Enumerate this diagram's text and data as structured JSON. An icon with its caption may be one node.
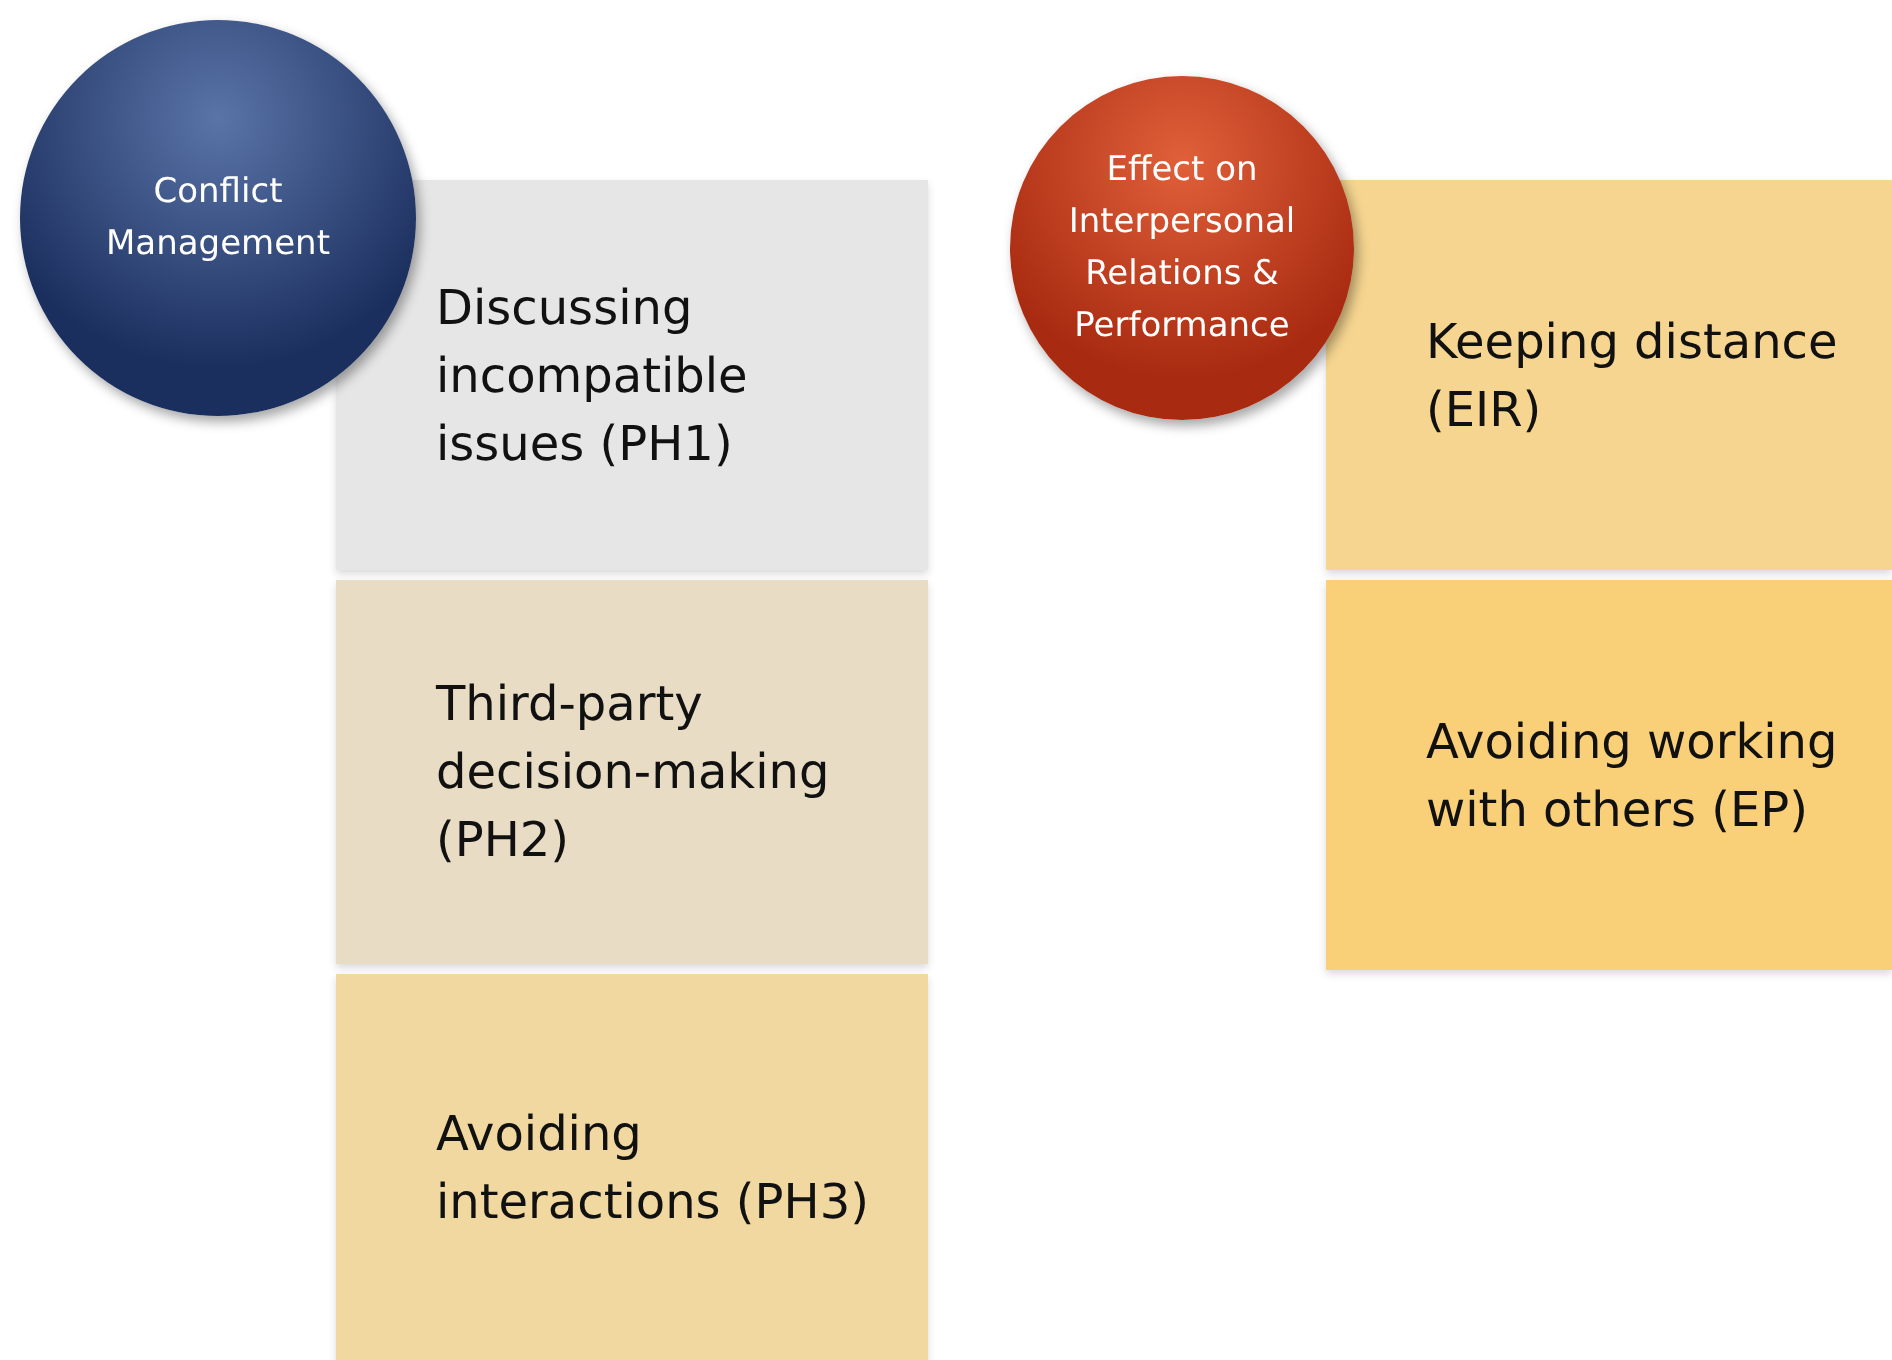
{
  "diagram": {
    "nodes": [
      {
        "text": [
          "Conflict Management"
        ]
      },
      {
        "text": [
          "Discussing incompatible issues (PH1)"
        ]
      },
      {
        "text": [
          "Third-party decision-making (PH2)"
        ]
      },
      {
        "text": [
          "Avoiding interactions (PH3)"
        ]
      },
      {
        "text": [
          "Effect on Interpersonal Relations & Performance"
        ]
      },
      {
        "text": [
          "Keeping distance (EIR)"
        ]
      },
      {
        "text": [
          "Avoiding working with others (EP)"
        ]
      }
    ],
    "edges": []
  }
}
